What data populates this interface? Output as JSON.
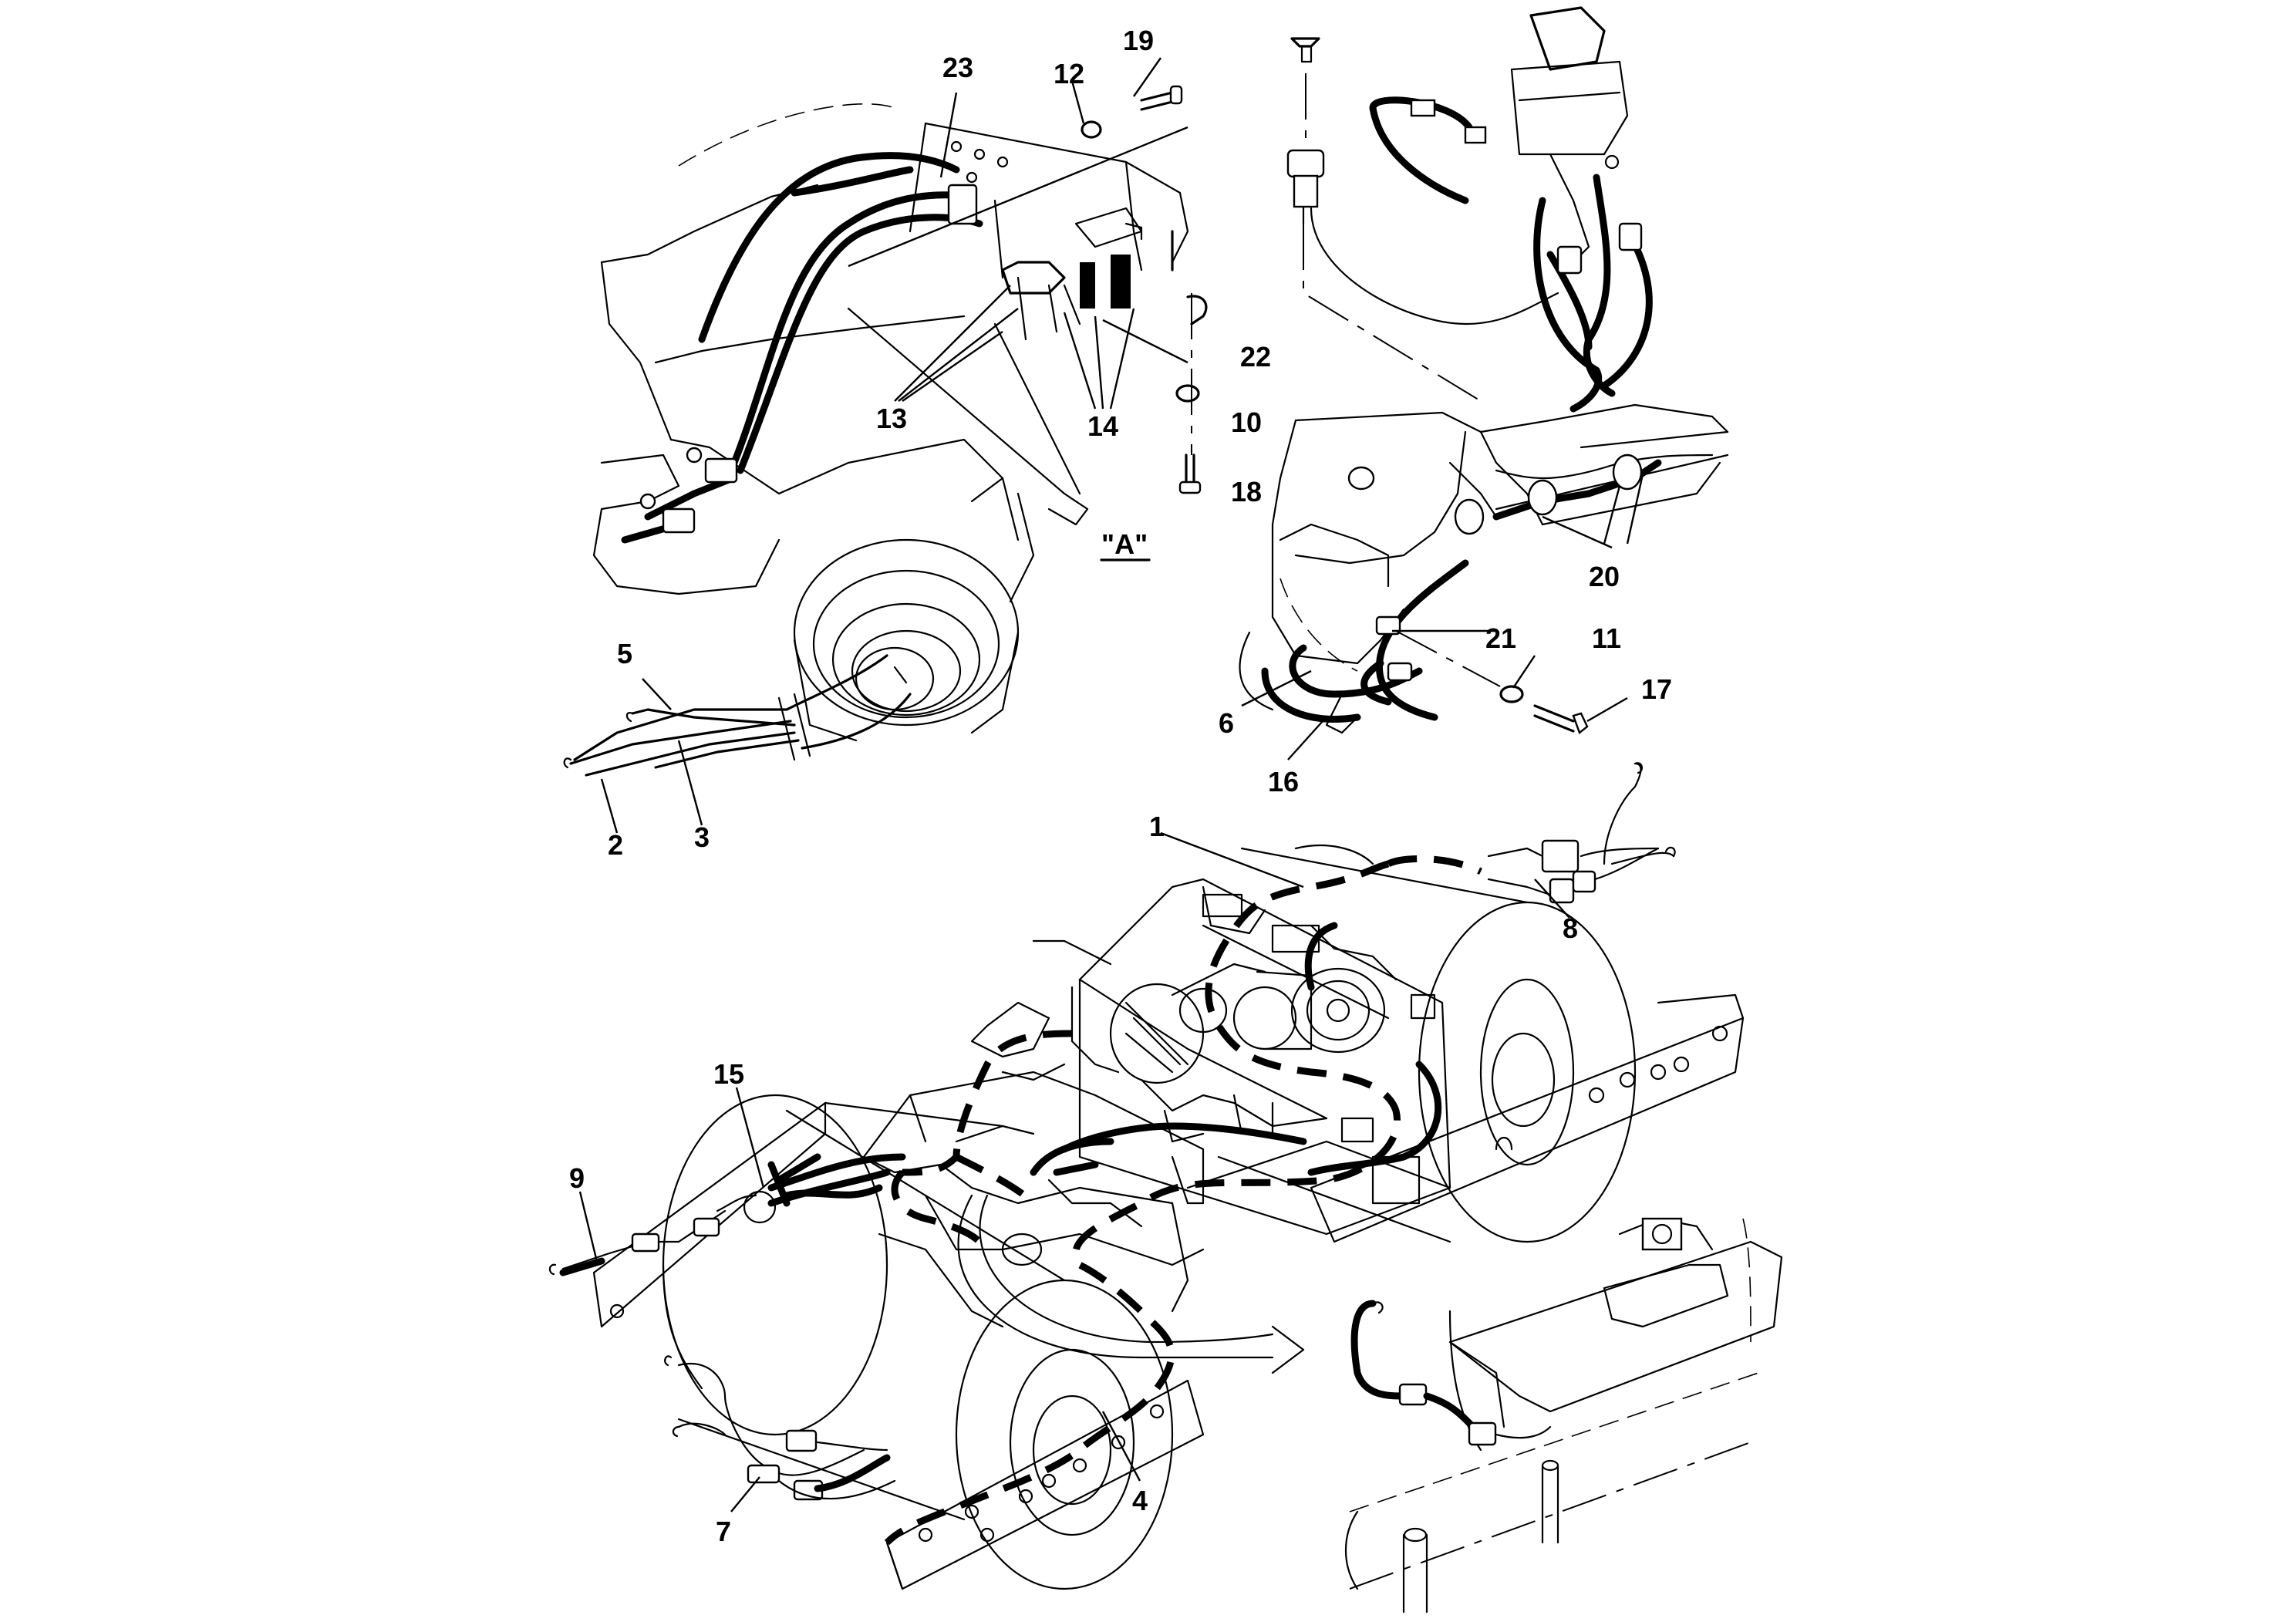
{
  "diagram": {
    "view_label": "\"A\"",
    "callouts": [
      {
        "id": "c1",
        "text": "1"
      },
      {
        "id": "c2",
        "text": "2"
      },
      {
        "id": "c3",
        "text": "3"
      },
      {
        "id": "c4",
        "text": "4"
      },
      {
        "id": "c5",
        "text": "5"
      },
      {
        "id": "c6",
        "text": "6"
      },
      {
        "id": "c7",
        "text": "7"
      },
      {
        "id": "c8",
        "text": "8"
      },
      {
        "id": "c9",
        "text": "9"
      },
      {
        "id": "c10",
        "text": "10"
      },
      {
        "id": "c11",
        "text": "11"
      },
      {
        "id": "c12",
        "text": "12"
      },
      {
        "id": "c13",
        "text": "13"
      },
      {
        "id": "c14",
        "text": "14"
      },
      {
        "id": "c15",
        "text": "15"
      },
      {
        "id": "c16",
        "text": "16"
      },
      {
        "id": "c17",
        "text": "17"
      },
      {
        "id": "c18",
        "text": "18"
      },
      {
        "id": "c19",
        "text": "19"
      },
      {
        "id": "c20",
        "text": "20"
      },
      {
        "id": "c21",
        "text": "21"
      },
      {
        "id": "c22",
        "text": "22"
      },
      {
        "id": "c23",
        "text": "23"
      }
    ]
  }
}
